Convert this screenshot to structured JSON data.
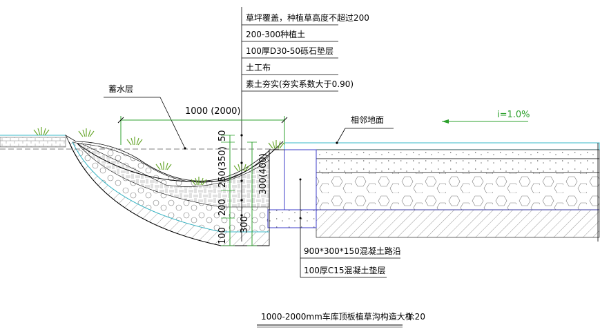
{
  "layer_callouts": [
    "草坪覆盖，种植草高度不超过200",
    "200-300种植土",
    "100厚D30-50砾石垫层",
    "土工布",
    "素土夯实(夯实系数大于0.90)"
  ],
  "labels": {
    "storage_layer": "蓄水层",
    "width": "1000 (2000)",
    "adjacent_ground": "相邻地面",
    "slope": "i=1.0%",
    "curb": "900*300*150混凝土路沿",
    "curb_base": "100厚C15混凝土垫层"
  },
  "dimensions": {
    "d50": "50",
    "d250": "250(350)",
    "d200": "200",
    "d100": "100",
    "d300": "300",
    "d300b": "300(400)"
  },
  "title": "1000-2000mm车库顶板植草沟构造大样",
  "scale": "1:20",
  "colors": {
    "line": "#000000",
    "cyan": "#39b9c9",
    "green": "#2ca02c",
    "blue": "#3c3cc8",
    "plant": "#6aa830"
  }
}
